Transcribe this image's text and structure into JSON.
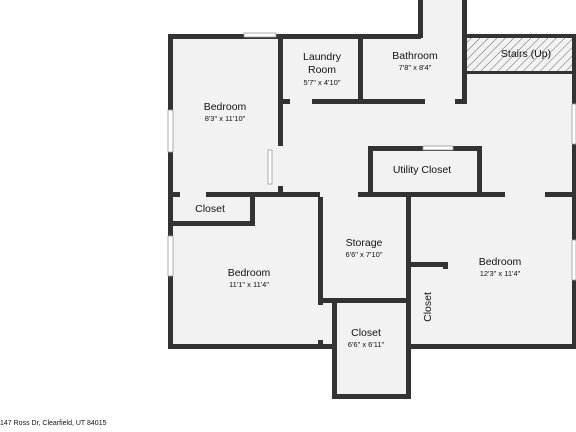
{
  "address": "147 Ross Dr, Clearfield, UT 84015",
  "rooms": {
    "laundry": {
      "name_line1": "Laundry",
      "name_line2": "Room",
      "dims": "5'7\" x 4'10\""
    },
    "bathroom": {
      "name": "Bathroom",
      "dims": "7'8\" x 8'4\""
    },
    "stairs": {
      "name": "Stairs (Up)"
    },
    "bedroom_nw": {
      "name": "Bedroom",
      "dims": "8'3\" x 11'10\""
    },
    "utility_closet": {
      "name": "Utility Closet"
    },
    "closet_w": {
      "name": "Closet"
    },
    "storage": {
      "name": "Storage",
      "dims": "6'6\" x 7'10\""
    },
    "bedroom_sw": {
      "name": "Bedroom",
      "dims": "11'1\" x 11'4\""
    },
    "bedroom_e": {
      "name": "Bedroom",
      "dims": "12'3\" x 11'4\""
    },
    "closet_e": {
      "name": "Closet"
    },
    "closet_s": {
      "name": "Closet",
      "dims": "6'6\" x 6'11\""
    }
  },
  "colors": {
    "wall": "#333333",
    "floor": "#f2f2f2",
    "background": "#ffffff"
  }
}
